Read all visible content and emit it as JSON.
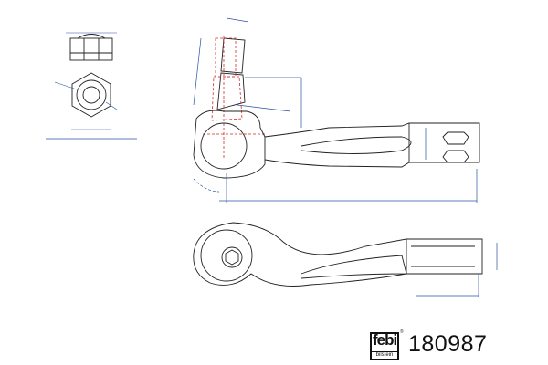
{
  "brand": {
    "name": "febi",
    "subname": "bilstein",
    "registered": "®"
  },
  "part_number": "180987",
  "colors": {
    "outline": "#222222",
    "dimension": "#2a4fa8",
    "hidden": "#d42a2a"
  }
}
